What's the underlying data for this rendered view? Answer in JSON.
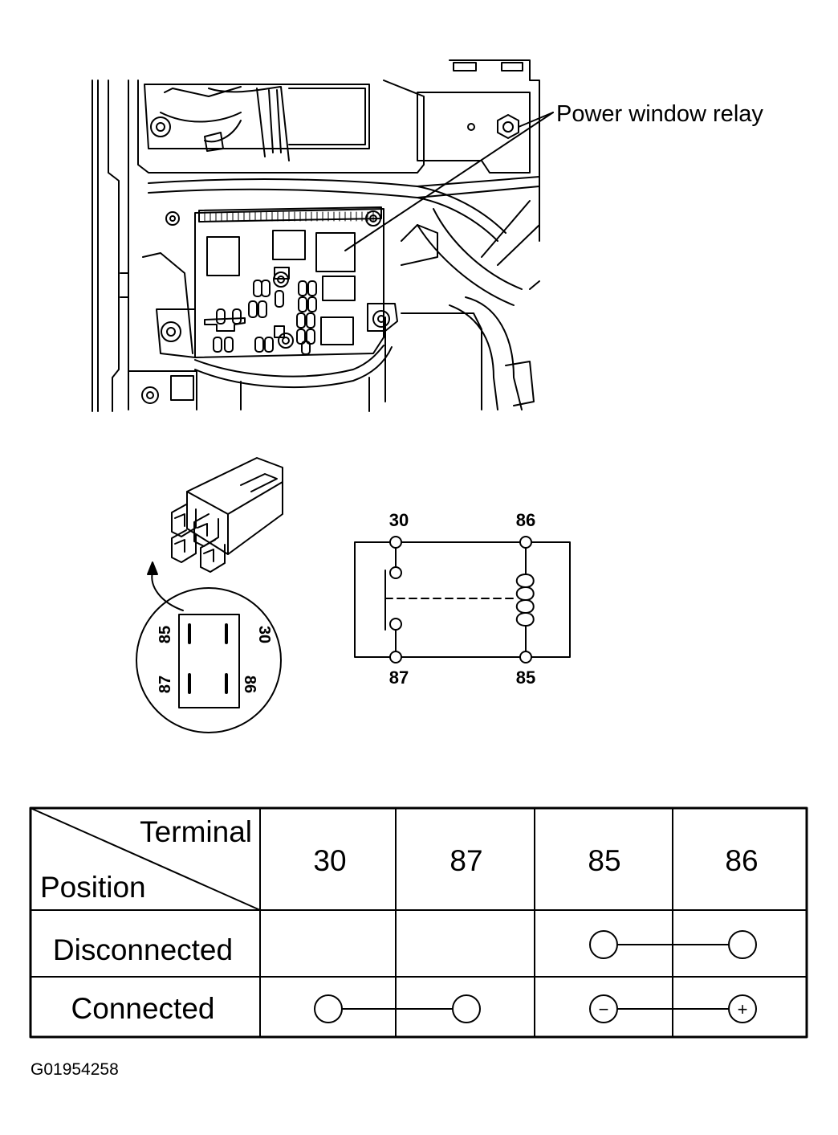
{
  "callout": {
    "label": "Power window relay"
  },
  "schematic": {
    "terminal_30": "30",
    "terminal_86": "86",
    "terminal_87": "87",
    "terminal_85": "85"
  },
  "connector_face": {
    "pin_85": "85",
    "pin_30": "30",
    "pin_87": "87",
    "pin_86": "86"
  },
  "table": {
    "header_terminal": "Terminal",
    "header_position": "Position",
    "columns": [
      "30",
      "87",
      "85",
      "86"
    ],
    "rows": [
      {
        "label": "Disconnected",
        "continuity": [
          [
            "85",
            "86"
          ]
        ]
      },
      {
        "label": "Connected",
        "continuity": [
          [
            "30",
            "87"
          ]
        ],
        "battery": {
          "negative": "85",
          "positive": "86"
        }
      }
    ],
    "minus_symbol": "−",
    "plus_symbol": "+"
  },
  "figure_id": "G01954258"
}
